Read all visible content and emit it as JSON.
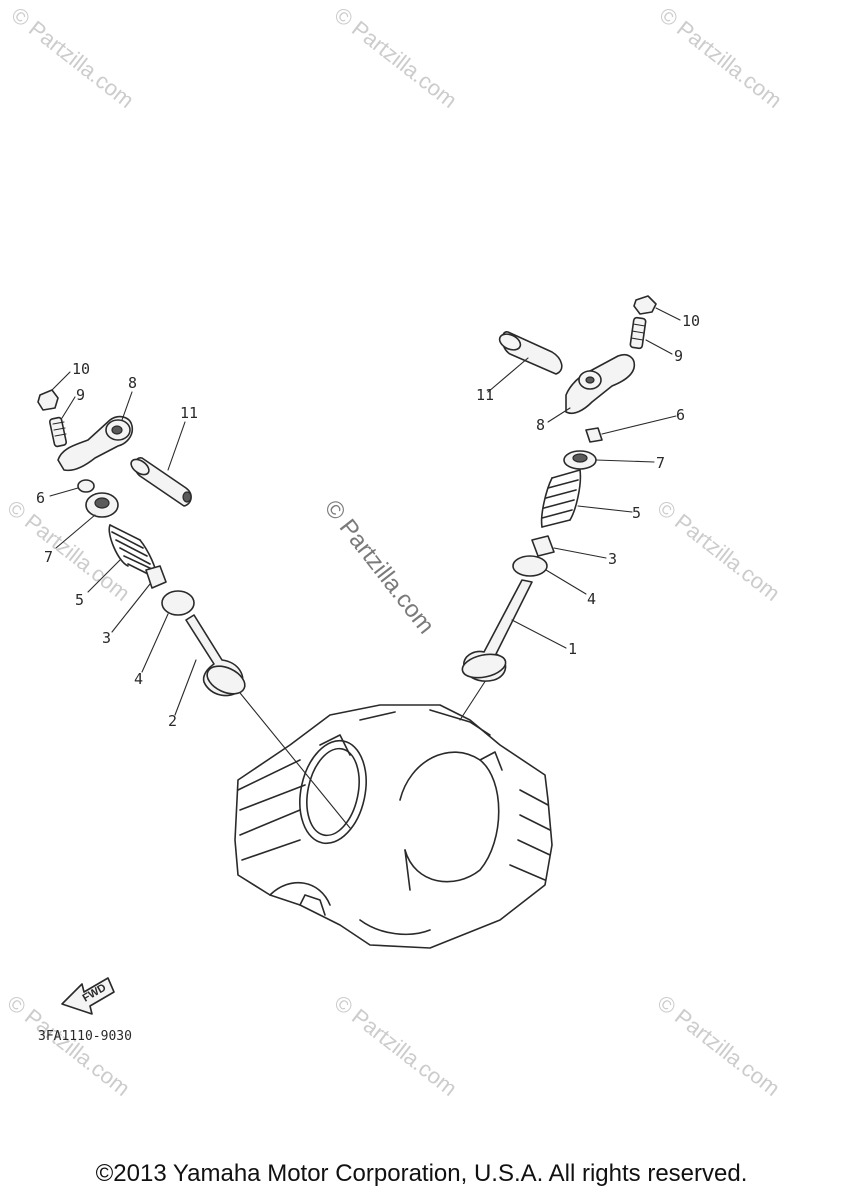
{
  "watermark": {
    "text": "© Partzilla.com",
    "color": "#c7c7c7"
  },
  "diagram": {
    "code": "3FA1110-9030",
    "fwd_label": "FWD",
    "callouts_left": [
      "10",
      "9",
      "8",
      "11",
      "6",
      "7",
      "5",
      "3",
      "4",
      "2"
    ],
    "callouts_right": [
      "10",
      "9",
      "11",
      "8",
      "6",
      "7",
      "5",
      "3",
      "4",
      "1"
    ]
  },
  "footer": {
    "copyright": "©2013 Yamaha Motor Corporation, U.S.A. All rights reserved."
  }
}
